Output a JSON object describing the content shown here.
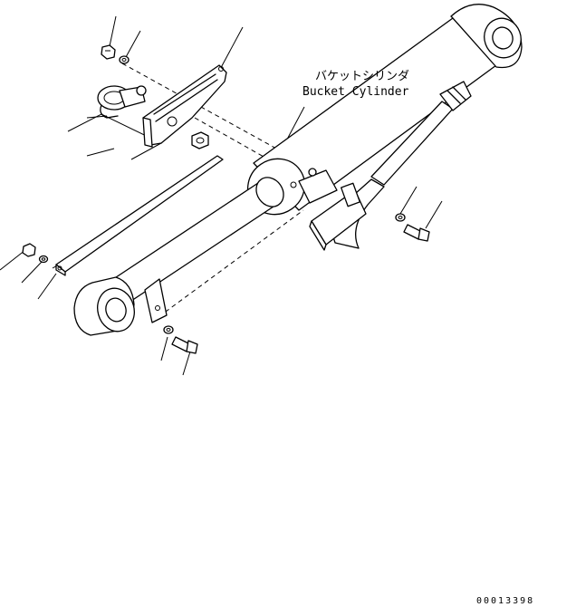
{
  "labels": {
    "component_ja": "バケットシリンダ",
    "component_en": "Bucket Cylinder"
  },
  "figure_number": "00013398"
}
